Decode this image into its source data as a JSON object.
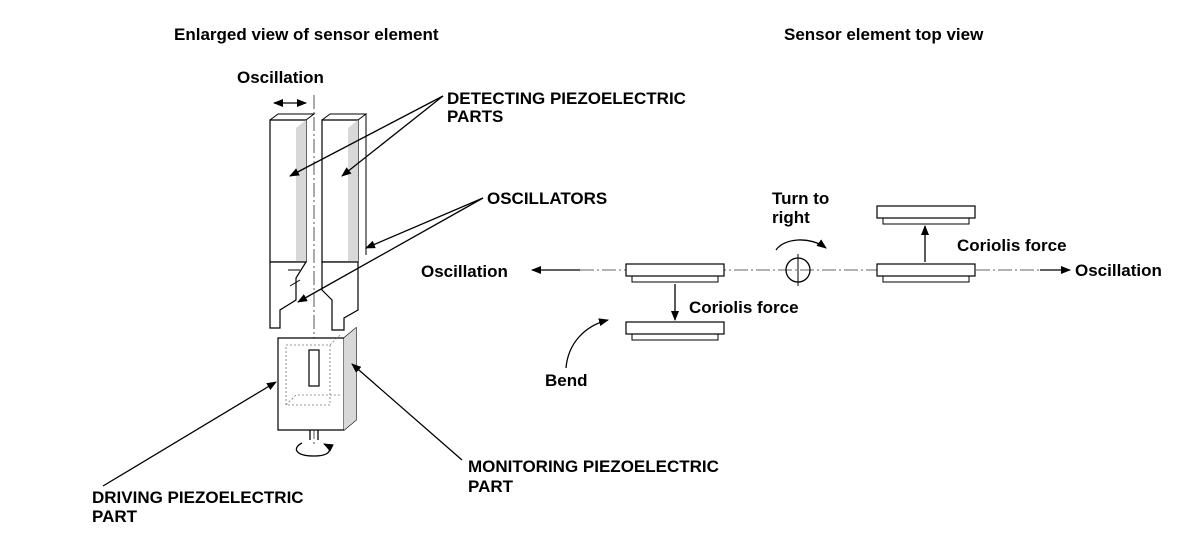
{
  "headings": {
    "left": "Enlarged view of sensor element",
    "right": "Sensor element top view"
  },
  "left_view": {
    "oscillation": "Oscillation",
    "detecting_line1": "DETECTING PIEZOELECTRIC",
    "detecting_line2": "PARTS",
    "oscillators": "OSCILLATORS",
    "driving_line1": "DRIVING PIEZOELECTRIC",
    "driving_line2": "PART",
    "monitoring_line1": "MONITORING PIEZOELECTRIC",
    "monitoring_line2": "PART"
  },
  "right_view": {
    "oscillation_left": "Oscillation",
    "oscillation_right": "Oscillation",
    "turn_line1": "Turn to",
    "turn_line2": "right",
    "coriolis_top": "Coriolis force",
    "coriolis_bottom": "Coriolis force",
    "bend": "Bend"
  }
}
